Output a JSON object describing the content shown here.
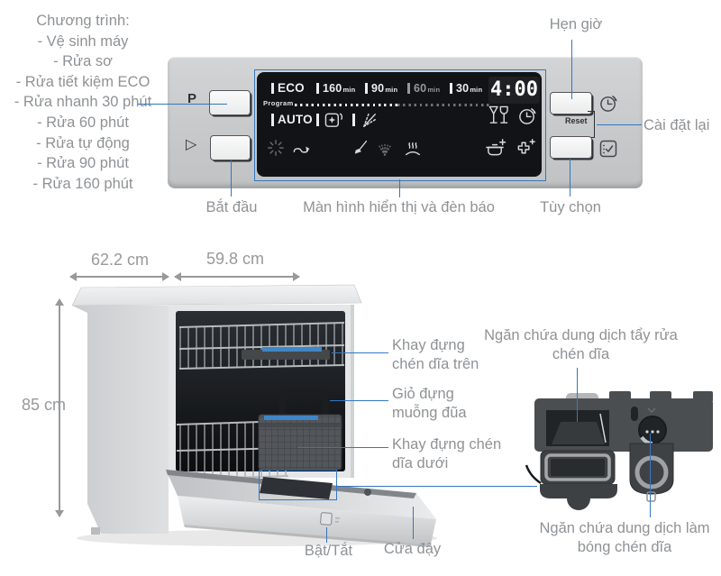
{
  "colors": {
    "annotation_blue": "#3377c2",
    "label_gray": "#8f9295",
    "panel_silver": "#c9cbcd",
    "display_black": "#121316",
    "rack_blue": "#3f86c6"
  },
  "programs": {
    "title": "Chương trình:",
    "items": [
      "- Vệ sinh máy",
      "- Rửa sơ",
      "- Rửa tiết kiệm ECO",
      "- Rửa nhanh 30 phút",
      "- Rửa 60 phút",
      "- Rửa tự động",
      "- Rửa 90 phút",
      "- Rửa 160 phút"
    ]
  },
  "panel": {
    "p_button": "P",
    "start_icon": "▷",
    "reset": "Reset",
    "display": {
      "program": "Program",
      "auto": "AUTO",
      "time": "4:00",
      "row1": [
        {
          "t": "ECO"
        },
        {
          "t": "160",
          "u": "min"
        },
        {
          "t": "90",
          "u": "min"
        },
        {
          "t": "60",
          "u": "min"
        },
        {
          "t": "30",
          "u": "min"
        }
      ]
    }
  },
  "callouts": {
    "delay": "Hẹn giờ",
    "reset": "Cài đặt lại",
    "start": "Bắt đầu",
    "display": "Màn hình hiển thị và đèn báo",
    "options": "Tùy chọn",
    "upper_tray": "Khay đựng chén dĩa trên",
    "cutlery": "Giỏ đựng muỗng đũa",
    "lower_tray": "Khay đựng chén dĩa dưới",
    "detergent": "Ngăn chứa dung dịch tẩy rửa chén dĩa",
    "rinse_aid": "Ngăn chứa dung dịch làm bóng chén dĩa",
    "power": "Bật/Tắt",
    "door": "Cửa đậy"
  },
  "dimensions": {
    "depth": "62.2 cm",
    "width": "59.8 cm",
    "height": "85 cm"
  }
}
